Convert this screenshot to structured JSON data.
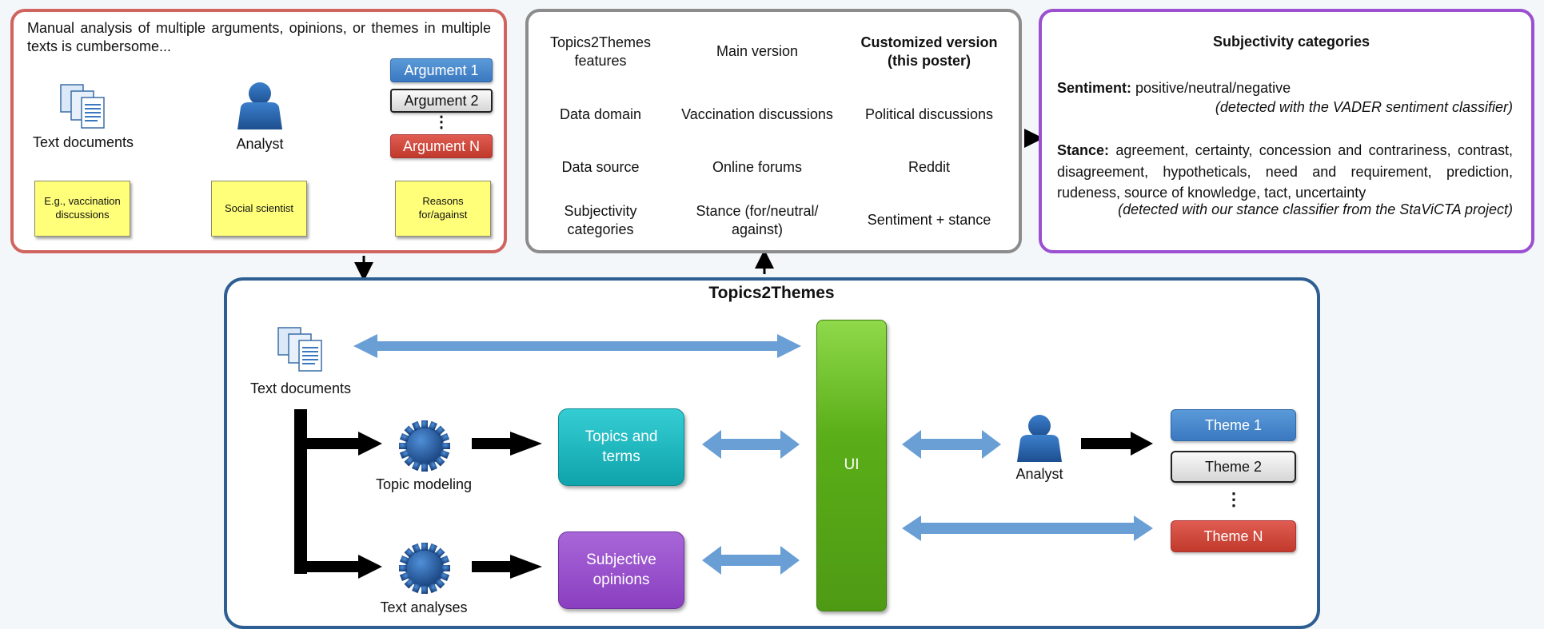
{
  "problem": {
    "intro": "Manual analysis of multiple arguments, opinions, or themes in multiple texts is cumbersome...",
    "docs_label": "Text documents",
    "analyst_label": "Analyst",
    "arguments": [
      "Argument 1",
      "Argument 2",
      "Argument N"
    ],
    "ellipsis": "⋮",
    "notes": {
      "docs": "E.g., vaccination discussions",
      "analyst": "Social scientist",
      "args": "Reasons for/against"
    }
  },
  "features_table": {
    "headers": [
      "Topics2Themes features",
      "Main version",
      "Customized version (this poster)"
    ],
    "rows": [
      [
        "Data domain",
        "Vaccination discussions",
        "Political discussions"
      ],
      [
        "Data source",
        "Online forums",
        "Reddit"
      ],
      [
        "Subjectivity categories",
        "Stance (for/neutral/ against)",
        "Sentiment + stance"
      ]
    ]
  },
  "subjectivity": {
    "title": "Subjectivity categories",
    "sentiment_label": "Sentiment:",
    "sentiment_text": "positive/neutral/negative",
    "sentiment_note": "(detected with the VADER sentiment classifier)",
    "stance_label": "Stance:",
    "stance_text": "agreement, certainty, concession and contrariness, contrast, disagreement, hypotheticals, need and requirement, prediction, rudeness, source of knowledge, tact, uncertainty",
    "stance_note": "(detected with our stance classifier from the StaViCTA project)"
  },
  "system": {
    "title": "Topics2Themes",
    "docs_label": "Text documents",
    "topic_modeling": "Topic modeling",
    "text_analyses": "Text analyses",
    "topics_box": "Topics and terms",
    "opinions_box": "Subjective opinions",
    "ui_label": "UI",
    "analyst_label": "Analyst",
    "themes": [
      "Theme 1",
      "Theme 2",
      "Theme N"
    ],
    "ellipsis": "⋮"
  },
  "colors": {
    "problem_border": "#d0645f",
    "table_border": "#8c8c8c",
    "subj_border": "#9b4fd1",
    "main_border": "#2e5f92",
    "red_arrow": "#d9675f",
    "blue_arrow": "#6a9fd6",
    "topics_box": "#12b5bd",
    "opinions_box": "#9249c9",
    "ui_box": "#5fb61a"
  },
  "icons": {
    "documents": "documents-icon",
    "person": "person-icon",
    "gear": "gear-icon"
  }
}
